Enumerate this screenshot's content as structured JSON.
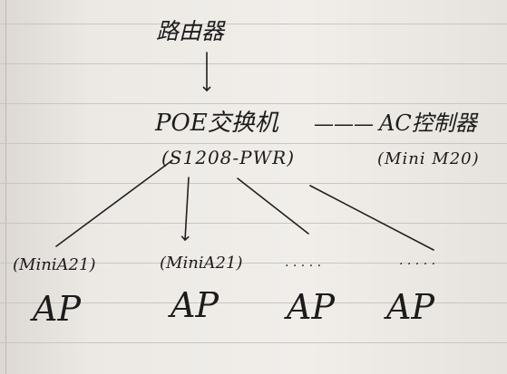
{
  "router": {
    "label": "路由器"
  },
  "poe_switch": {
    "label": "POE交换机",
    "model": "(S1208-PWR)"
  },
  "dash": "———",
  "ac_controller": {
    "label": "AC控制器",
    "model": "(Mini M20)"
  },
  "access_points": [
    {
      "model": "(MiniA21)",
      "label": "AP"
    },
    {
      "model": "(MiniA21)",
      "label": "AP"
    },
    {
      "model": ". . . . .",
      "label": "AP"
    },
    {
      "model": ". . . . .",
      "label": "AP"
    }
  ]
}
